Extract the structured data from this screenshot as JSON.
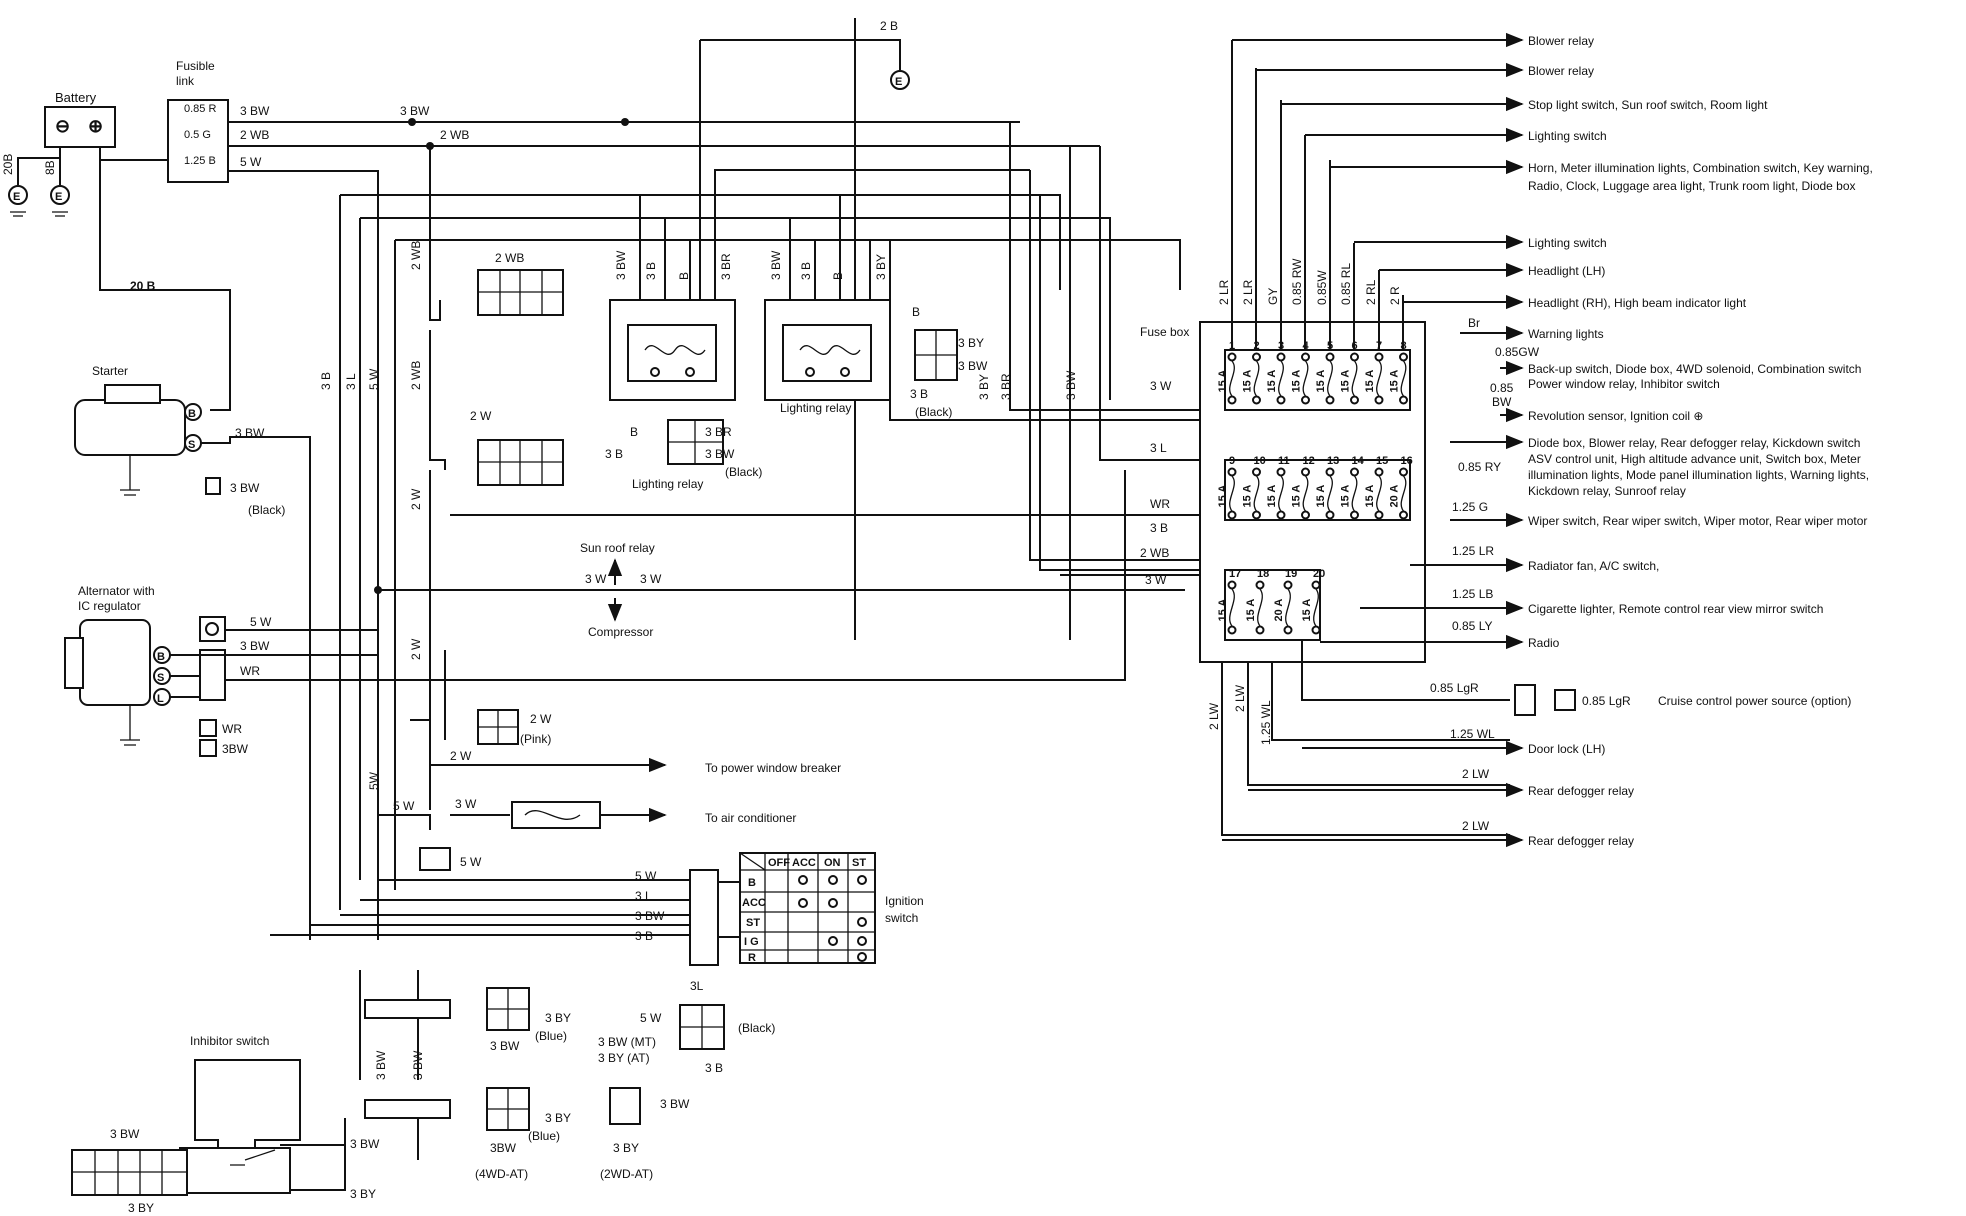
{
  "components": {
    "battery": "Battery",
    "fusible_link": [
      "Fusible",
      "link"
    ],
    "fusible_ratings": [
      "0.85 R",
      "0.5  G",
      "1.25 B"
    ],
    "starter": "Starter",
    "alternator": [
      "Alternator with",
      "IC regulator"
    ],
    "fuse_box": "Fuse box",
    "lighting_relay_1": "Lighting relay",
    "lighting_relay_2": "Lighting relay",
    "sun_roof_relay": "Sun roof relay",
    "compressor": "Compressor",
    "ignition_switch": [
      "Ignition",
      "switch"
    ],
    "inhibitor_switch": "Inhibitor switch",
    "to_power_window": "To power window breaker",
    "to_air_conditioner": "To air conditioner",
    "cruise_control": "Cruise control power source (option)"
  },
  "ground_symbol": "E",
  "battery_terminals": {
    "neg": "⊖",
    "pos": "⊕"
  },
  "connector_letters": [
    "B",
    "S",
    "B",
    "S",
    "L"
  ],
  "wire_labels": {
    "batt_20b": "20B",
    "batt_8b": "8B",
    "batt_main": "20 B",
    "fl_3bw": "3 BW",
    "fl_2wb": "2 WB",
    "fl_5w": "5 W",
    "top_3bw": "3 BW",
    "top_2wb": "2 WB",
    "top_2b": "2 B",
    "starter_3bw": "3 BW",
    "starter_conn_3bw": "3 BW",
    "starter_conn_black": "(Black)",
    "alt_5w": "5 W",
    "alt_3bw": "3 BW",
    "alt_wr": "WR",
    "alt_conn_wr": "WR",
    "alt_conn_3bw": "3BW",
    "v_3b": "3 B",
    "v_3l": "3 L",
    "v_5w": "5 W",
    "v_2wb_a": "2 WB",
    "v_2wb_b": "2 WB",
    "v_2w_a": "2 W",
    "v_2w_b": "2 W",
    "v_5w_low": "5W",
    "conn_2wb": "2 WB",
    "conn_2w": "2 W",
    "pink_2w": "2  W",
    "pink": "(Pink)",
    "pw_2w": "2  W",
    "ac_5w": "5 W",
    "ac_3w": "3  W",
    "ac_conn_5w": "5 W",
    "sunroof_3w_l": "3 W",
    "sunroof_3w_r": "3  W",
    "r1_3bw": "3 BW",
    "r1_3b": "3 B",
    "r1_b": "B",
    "r1_3br": "3 BR",
    "r2_3bw": "3 BW",
    "r2_3b": "3 B",
    "r2_b": "B",
    "r2_3by": "3 BY",
    "r1c_b": "B",
    "r1c_3b": "3  B",
    "r1c_3br": "3 BR",
    "r1c_3bw": "3 BW",
    "r1c_black": "(Black)",
    "r2c_b": "B",
    "r2c_3by": "3 BY",
    "r2c_3bw": "3 BW",
    "r2c_3b": "3 B",
    "r2c_black": "(Black)",
    "fb_3by": "3 BY",
    "fb_3br": "3 BR",
    "fb_3bw": "3 BW",
    "fb_3w_a": "3 W",
    "fb_3l": "3 L",
    "fb_wr": "WR",
    "fb_3b": "3 B",
    "fb_2wb": "2 WB",
    "fb_3w_b": "3  W",
    "ign_5w": "5 W",
    "ign_3l": "3  L",
    "ign_3bw": "3 BW",
    "ign_3b": "3  B",
    "inh_3bw_a": "3 BW",
    "inh_3bw_b": "3 BW",
    "inh_3bw_c": "3 BW",
    "inh_3bw_d": "3 BW",
    "inh_3by_a": "3 BY",
    "inh_3by_b": "3 BY",
    "blue_3by_a": "3 BY",
    "blue_3bw_a": "3 BW",
    "blue_a": "(Blue)",
    "blue_3by_b": "3 BY",
    "blue_3bw_b": "3BW",
    "blue_b": "(Blue)",
    "wd4at": "(4WD-AT)",
    "wd2at_3bw": "3 BW",
    "wd2at_3by": "3 BY",
    "wd2at": "(2WD-AT)",
    "blk_3l": "3L",
    "blk_5w": "5 W",
    "blk_3bw_mt": "3 BW (MT)",
    "blk_3by_at": "3 BY (AT)",
    "blk_3b": "3 B",
    "blk_black": "(Black)",
    "fuse_top_wires": [
      "2 LR",
      "2 LR",
      "GY",
      "0.85 RW",
      "0.85W",
      "0.85 RL",
      "2 RL",
      "2 R"
    ],
    "fb_br": "Br",
    "fb_085gw": "0.85GW",
    "fb_085bw": [
      "0.85",
      "BW"
    ],
    "fb_085ry": "0.85  RY",
    "fb_125g": "1.25  G",
    "fb_125lr": "1.25 LR",
    "fb_125lb": "1.25  LB",
    "fb_085ly": "0.85  LY",
    "fb_085lgr": "0.85 LgR",
    "cc_085lgr": "0.85 LgR",
    "fb_125wl": "1.25 WL",
    "fb_2lr": "2  LW",
    "fb_2lw": "2  LW",
    "fb_bottom_vert": [
      "2 LW",
      "2 LW",
      "1.25 WL"
    ]
  },
  "fuse_box": {
    "row1_numbers": [
      "1",
      "2",
      "3",
      "4",
      "5",
      "6",
      "7",
      "8"
    ],
    "row2_numbers": [
      "9",
      "10",
      "11",
      "12",
      "13",
      "14",
      "15",
      "16"
    ],
    "row3_numbers": [
      "17",
      "18",
      "19",
      "20"
    ],
    "row1_ratings": [
      "15 A",
      "15 A",
      "15 A",
      "15 A",
      "15 A",
      "15 A",
      "15 A",
      "15 A"
    ],
    "row2_ratings": [
      "15 A",
      "15 A",
      "15 A",
      "15 A",
      "15 A",
      "15 A",
      "15 A",
      "20 A"
    ],
    "row3_ratings": [
      "15 A",
      "15 A",
      "20 A",
      "15 A"
    ]
  },
  "outputs": [
    "Blower relay",
    "Blower relay",
    "Stop light switch, Sun roof switch, Room light",
    "Lighting switch",
    "Horn, Meter illumination lights, Combination switch, Key warning,",
    "Radio, Clock, Luggage area light, Trunk room light, Diode box",
    "Lighting switch",
    "Headlight (LH)",
    "Headlight (RH), High beam indicator light",
    "Warning lights",
    "Back-up switch, Diode box, 4WD solenoid, Combination switch",
    "Power window relay, Inhibitor switch",
    "Revolution sensor, Ignition coil ⊕",
    "Diode box, Blower relay, Rear defogger relay, Kickdown switch",
    "ASV control unit, High altitude advance unit, Switch box, Meter",
    "illumination lights, Mode panel illumination lights, Warning lights,",
    "Kickdown relay, Sunroof relay",
    "Wiper switch, Rear wiper switch, Wiper motor, Rear wiper motor",
    "Radiator fan, A/C switch,",
    "Cigarette lighter, Remote control rear view mirror switch",
    "Radio",
    "Door lock (LH)",
    "Rear defogger relay",
    "Rear defogger relay"
  ],
  "ignition_table": {
    "headers": [
      "OFF",
      "ACC",
      "ON",
      "ST"
    ],
    "rows": [
      "B",
      "ACC",
      "ST",
      "I G",
      "R"
    ]
  }
}
